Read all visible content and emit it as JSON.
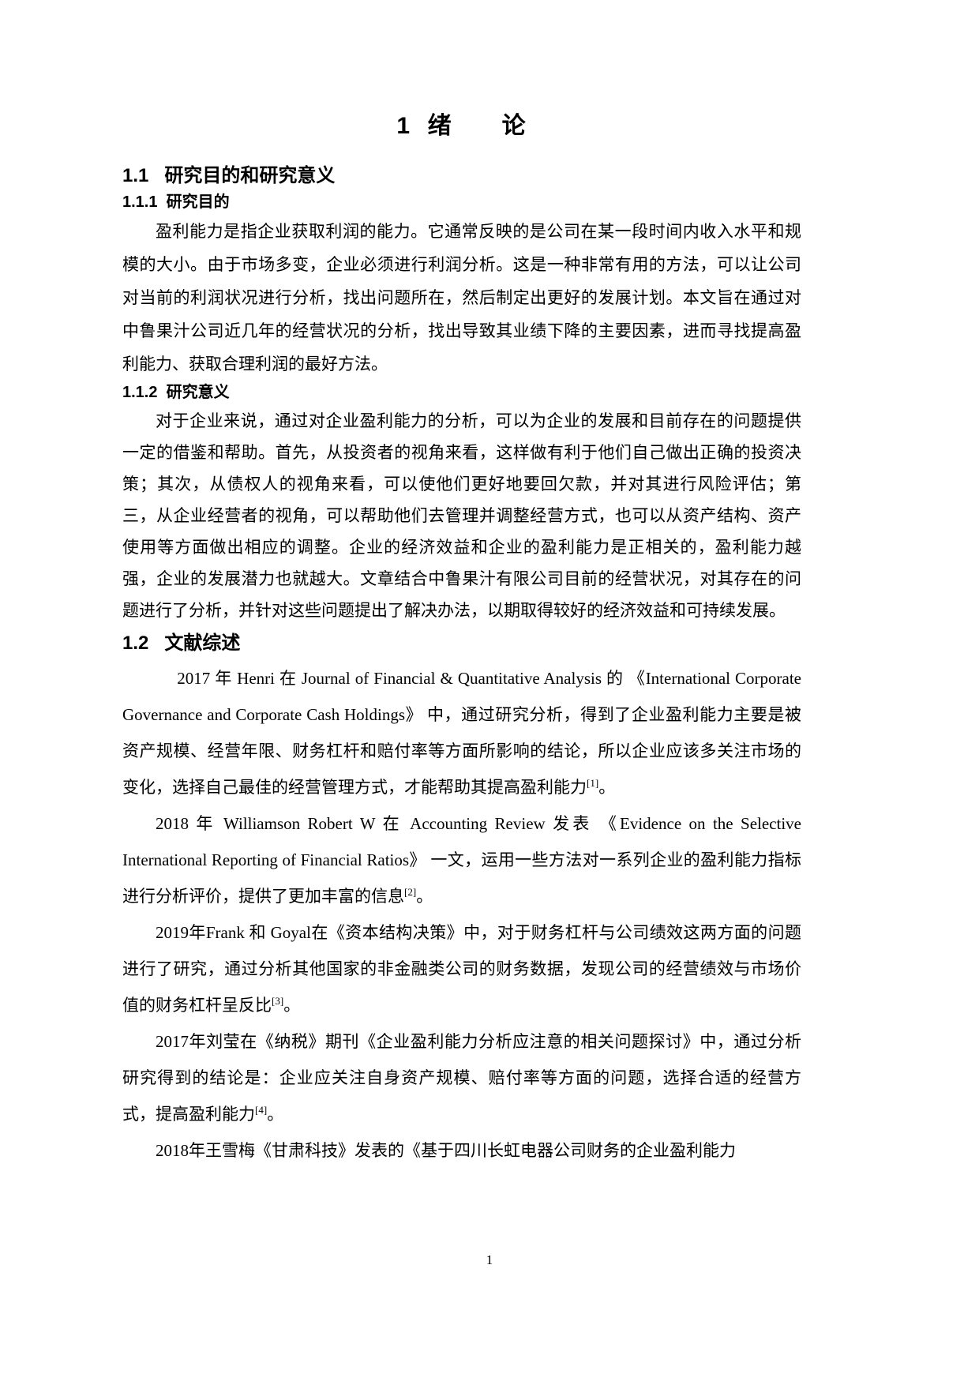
{
  "document": {
    "chapter_title": "1  绪      论",
    "page_number": "1"
  },
  "sections": {
    "s1_1": {
      "heading": "1.1   研究目的和研究意义",
      "s1_1_1": {
        "heading": "1.1.1  研究目的",
        "paragraph": "盈利能力是指企业获取利润的能力。它通常反映的是公司在某一段时间内收入水平和规模的大小。由于市场多变，企业必须进行利润分析。这是一种非常有用的方法，可以让公司对当前的利润状况进行分析，找出问题所在，然后制定出更好的发展计划。本文旨在通过对中鲁果汁公司近几年的经营状况的分析，找出导致其业绩下降的主要因素，进而寻找提高盈利能力、获取合理利润的最好方法。"
      },
      "s1_1_2": {
        "heading": "1.1.2  研究意义",
        "paragraph": "对于企业来说，通过对企业盈利能力的分析，可以为企业的发展和目前存在的问题提供一定的借鉴和帮助。首先，从投资者的视角来看，这样做有利于他们自己做出正确的投资决策；其次，从债权人的视角来看，可以使他们更好地要回欠款，并对其进行风险评估；第三，从企业经营者的视角，可以帮助他们去管理并调整经营方式，也可以从资产结构、资产使用等方面做出相应的调整。企业的经济效益和企业的盈利能力是正相关的，盈利能力越强，企业的发展潜力也就越大。文章结合中鲁果汁有限公司目前的经营状况，对其存在的问题进行了分析，并针对这些问题提出了解决办法，以期取得较好的经济效益和可持续发展。"
      }
    },
    "s1_2": {
      "heading": "1.2   文献综述",
      "paragraphs": [
        {
          "id": "ref-henri-2017",
          "text_before": "2017 年 Henri 在 Journal of Financial & Quantitative Analysis 的 《International Corporate Governance and Corporate Cash Holdings》 中，通过研究分析，得到了企业盈利能力主要是被资产规模、经营年限、财务杠杆和赔付率等方面所影响的结论，所以企业应该多关注市场的变化，选择自己最佳的经营管理方式，才能帮助其提高盈利能力",
          "ref_mark": "[1]",
          "text_after": "。"
        },
        {
          "id": "ref-williamson-2018",
          "text_before": "2018 年 Williamson Robert W 在 Accounting Review 发表 《Evidence on the Selective International Reporting of Financial Ratios》 一文，运用一些方法对一系列企业的盈利能力指标进行分析评价，提供了更加丰富的信息",
          "ref_mark": "[2]",
          "text_after": "。"
        },
        {
          "id": "ref-frank-goyal-2019",
          "text_before": "2019年Frank 和 Goyal在《资本结构决策》中，对于财务杠杆与公司绩效这两方面的问题进行了研究，通过分析其他国家的非金融类公司的财务数据，发现公司的经营绩效与市场价值的财务杠杆呈反比",
          "ref_mark": "[3]",
          "text_after": "。"
        },
        {
          "id": "ref-liuying-2017",
          "text_before": "2017年刘莹在《纳税》期刊《企业盈利能力分析应注意的相关问题探讨》中，通过分析研究得到的结论是：企业应关注自身资产规模、赔付率等方面的问题，选择合适的经营方式，提高盈利能力",
          "ref_mark": "[4]",
          "text_after": "。"
        },
        {
          "id": "ref-wangxuemei-2018",
          "text_before": "2018年王雪梅《甘肃科技》发表的《基于四川长虹电器公司财务的企业盈利能力",
          "ref_mark": "",
          "text_after": ""
        }
      ]
    }
  }
}
